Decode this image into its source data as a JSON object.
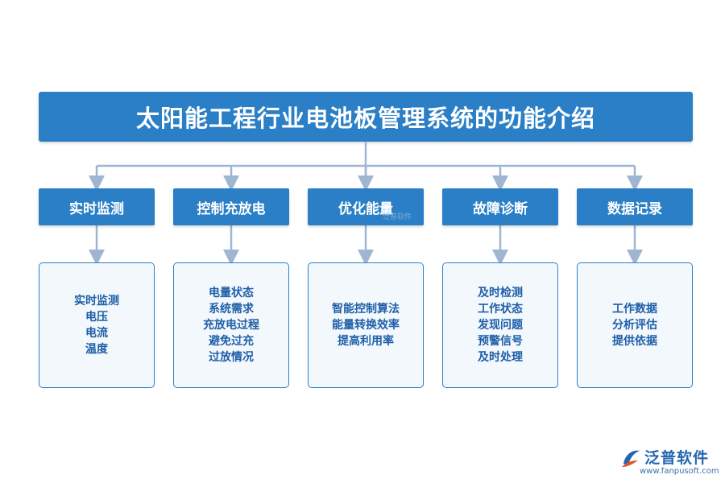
{
  "title": "太阳能工程行业电池板管理系统的功能介绍",
  "categories": [
    {
      "label": "实时监测",
      "items": [
        "实时监测",
        "电压",
        "电流",
        "温度"
      ]
    },
    {
      "label": "控制充放电",
      "items": [
        "电量状态",
        "系统需求",
        "充放电过程",
        "避免过充",
        "过放情况"
      ]
    },
    {
      "label": "优化能量",
      "items": [
        "智能控制算法",
        "能量转换效率",
        "提高利用率"
      ]
    },
    {
      "label": "故障诊断",
      "items": [
        "及时检测",
        "工作状态",
        "发现问题",
        "预警信号",
        "及时处理"
      ]
    },
    {
      "label": "数据记录",
      "items": [
        "工作数据",
        "分析评估",
        "提供依据"
      ]
    }
  ],
  "watermark": "泛普软件",
  "logo": {
    "name": "泛普软件",
    "url": "www.fanpusoft.com"
  },
  "colors": {
    "primary": "#2a7fc6",
    "connector": "#9fb6d2",
    "detail_text": "#1f5fa8",
    "detail_bg": "#f3f8fd"
  }
}
